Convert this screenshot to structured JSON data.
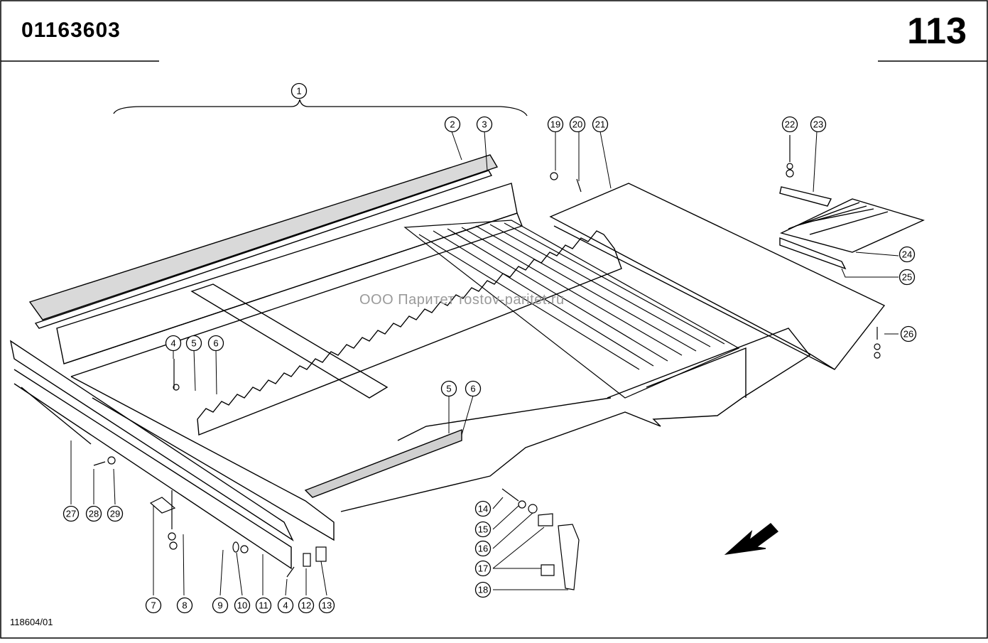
{
  "header": {
    "doc_number": "01163603",
    "page_number": "113"
  },
  "footer": {
    "drawing_ref": "118604/01"
  },
  "watermark": "ООО Паритет  rostov-paritet.ru",
  "callouts": [
    "1",
    "2",
    "3",
    "4",
    "5",
    "6",
    "4",
    "5",
    "6",
    "7",
    "8",
    "9",
    "10",
    "11",
    "4",
    "12",
    "13",
    "14",
    "15",
    "16",
    "17",
    "18",
    "19",
    "20",
    "21",
    "22",
    "23",
    "24",
    "25",
    "26",
    "27",
    "28",
    "29"
  ],
  "colors": {
    "ink": "#000000",
    "watermark": "#9a9a9a",
    "paper": "#ffffff"
  }
}
